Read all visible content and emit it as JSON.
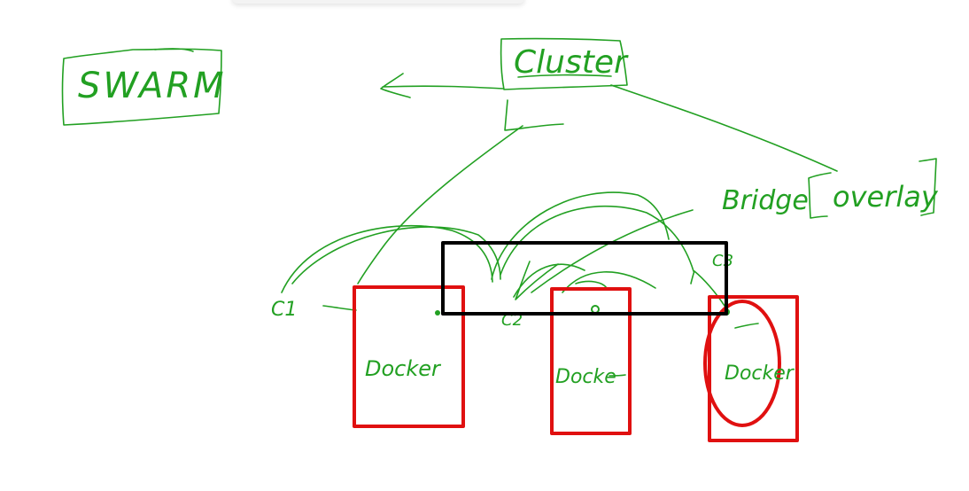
{
  "labels": {
    "swarm": "SWARM",
    "cluster": "Cluster",
    "bridge": "Bridge",
    "overlay": "overlay",
    "c1": "C1",
    "c2": "C2",
    "c3": "C3",
    "docker_1": "Docker",
    "docker_2": "Docke",
    "docker_3": "Docker"
  },
  "colors": {
    "ink_green": "#22a022",
    "box_red": "#e01010",
    "box_black": "#000000"
  }
}
